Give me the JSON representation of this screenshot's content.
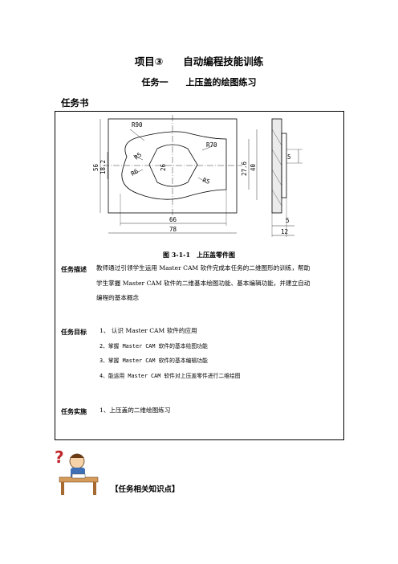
{
  "header": {
    "title": "项目③　　自动编程技能训练",
    "subtitle": "任务一　　上压盖的绘图练习",
    "section": "任务书"
  },
  "figure": {
    "caption": "图 3-1-1　上压盖零件图",
    "dims": {
      "r90": "R90",
      "r70": "R70",
      "r6": "R6",
      "r5a": "R5",
      "r5b": "R5",
      "d26": "26",
      "d56": "56",
      "d18_2": "18.2",
      "d27_6": "27.6",
      "d40": "40",
      "d66": "66",
      "d78": "78",
      "d5a": "5",
      "d5b": "5",
      "d12": "12"
    }
  },
  "task": {
    "desc_label": "任务描述",
    "desc_lines": [
      "教师通过引领学生运用 Master CAM 软件完成本任务的二维图形的训练，帮助",
      "学生掌握 Master CAM 软件的二维基本绘图功能、基本编辑功能，并建立自动",
      "编程的基本概念"
    ],
    "goal_label": "任务目标",
    "goals": [
      "1、 认识 Master CAM 软件的应用",
      "2、掌握 Master CAM 软件的基本绘图功能",
      "3、掌握 Master CAM 软件的基本编辑功能",
      "4、能运用 Master CAM 软件对上压盖零件进行二维绘图"
    ],
    "impl_label": "任务实施",
    "impl": "1、上压盖的二维绘图练习"
  },
  "footer": {
    "knowledge": "【任务相关知识点】"
  }
}
